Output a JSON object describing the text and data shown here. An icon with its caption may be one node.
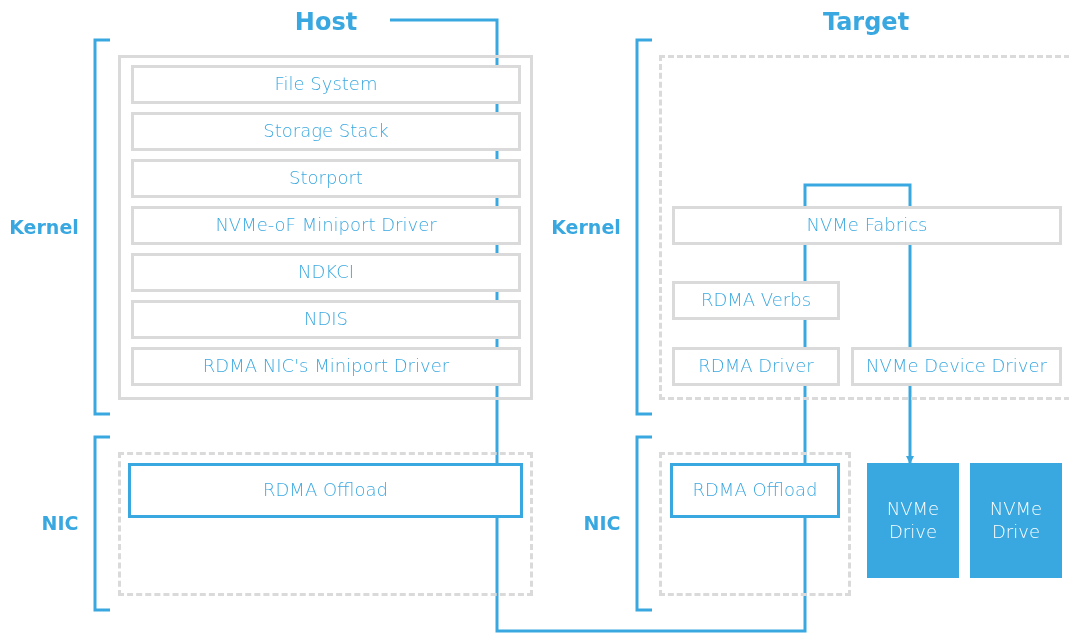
{
  "diagram": {
    "nodes": [
      {
        "text": [],
        "shape": "box"
      },
      {
        "text": [
          "File System"
        ],
        "in": 0
      },
      {
        "text": [
          "Storage Stack"
        ],
        "in": 0
      },
      {
        "text": [
          "Storport"
        ],
        "in": 0
      },
      {
        "text": [
          "NVMe-oF Miniport Driver"
        ],
        "in": 0
      },
      {
        "text": [
          "NDKCI"
        ],
        "in": 0
      },
      {
        "text": [
          "NDIS"
        ],
        "in": 0
      },
      {
        "text": [
          "RDMA NIC's Miniport Driver"
        ],
        "in": 0
      },
      {
        "text": [],
        "shape": "box"
      },
      {
        "text": [
          "RDMA Offload"
        ],
        "in": 8
      },
      {
        "text": [],
        "shape": "box"
      },
      {
        "text": [
          "NVMe Fabrics"
        ],
        "in": 10
      },
      {
        "text": [
          "RDMA Verbs"
        ],
        "in": 10
      },
      {
        "text": [
          "RDMA Driver"
        ],
        "in": 10
      },
      {
        "text": [
          "NVMe Device Driver"
        ],
        "in": 10
      },
      {
        "text": [],
        "shape": "box"
      },
      {
        "text": [
          "RDMA Offload"
        ],
        "in": 15
      },
      {
        "text": [
          "NVMe Drive"
        ]
      },
      {
        "text": [
          "NVMe Drive"
        ]
      }
    ],
    "edges": [
      {
        "from": null,
        "to": 1,
        "arrow": "none"
      },
      {
        "from": 1,
        "to": 2,
        "arrow": "none"
      },
      {
        "from": 2,
        "to": 3,
        "arrow": "none"
      },
      {
        "from": 3,
        "to": 4,
        "arrow": "none"
      },
      {
        "from": 4,
        "to": 5,
        "arrow": "none"
      },
      {
        "from": 5,
        "to": 6,
        "arrow": "none"
      },
      {
        "from": 6,
        "to": 7,
        "arrow": "none"
      },
      {
        "from": 7,
        "to": 9,
        "arrow": "none"
      },
      {
        "from": 9,
        "to": 16,
        "arrow": "none"
      },
      {
        "from": 16,
        "to": 13,
        "arrow": "none"
      },
      {
        "from": 13,
        "to": 12,
        "arrow": "none"
      },
      {
        "from": 12,
        "to": 11,
        "arrow": "none"
      },
      {
        "from": 11,
        "to": 14,
        "arrow": "none"
      },
      {
        "from": 14,
        "to": 17,
        "arrow": "to"
      }
    ],
    "labels": [
      "Host",
      "Target",
      "Kernel",
      "NIC",
      "Kernel",
      "NIC"
    ]
  }
}
